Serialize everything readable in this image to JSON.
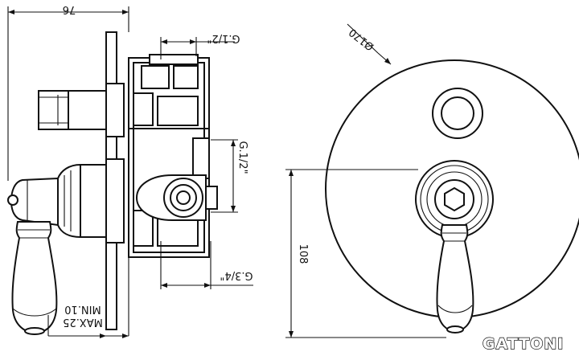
{
  "drawing": {
    "dimensions": {
      "overall_depth": "76",
      "upper_thread": "G.1/2\"",
      "side_thread": "G.1/2\"",
      "lower_thread": "G.3/4\"",
      "plate_diameter": "Ø170",
      "height": "108",
      "min_depth": "MIN.10",
      "max_depth": "MAX.25"
    },
    "brand": "GATTONI"
  }
}
